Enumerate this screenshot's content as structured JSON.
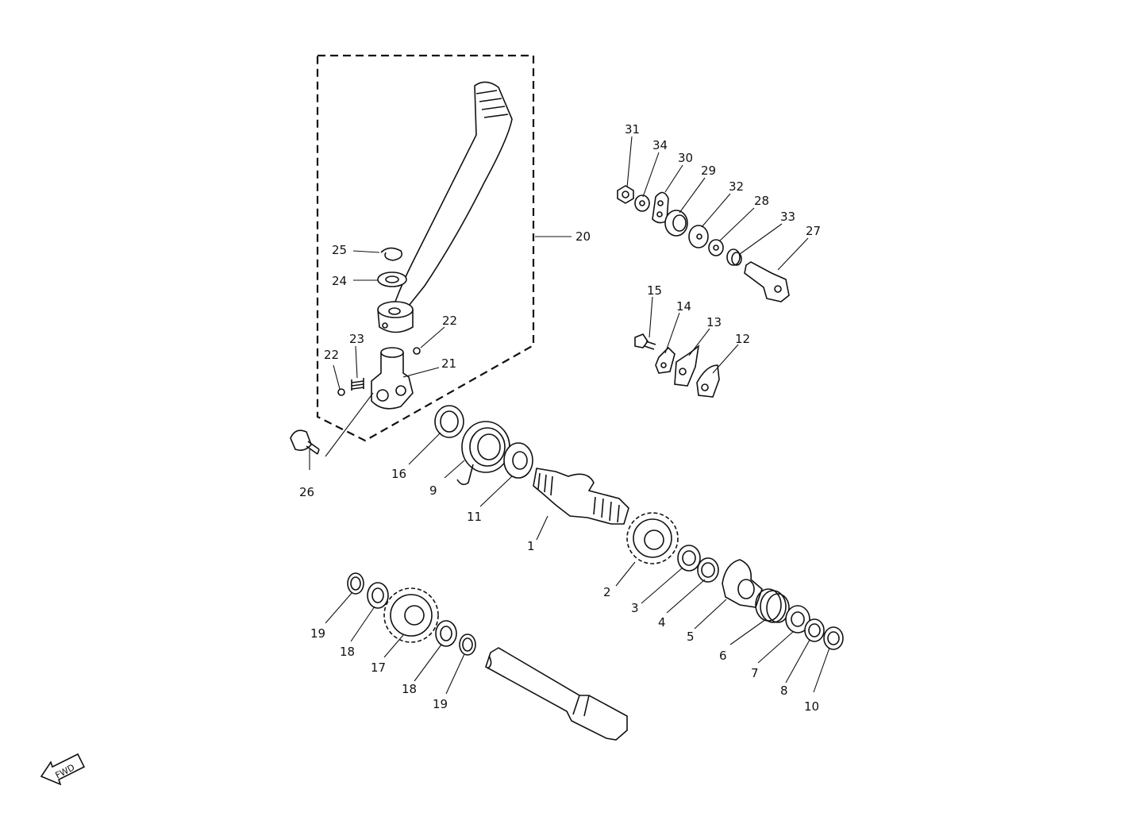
{
  "part_labels": [
    "1",
    "2",
    "3",
    "4",
    "5",
    "6",
    "7",
    "8",
    "9",
    "10",
    "11",
    "12",
    "13",
    "14",
    "15",
    "16",
    "17",
    "18",
    "18",
    "19",
    "19",
    "20",
    "21",
    "22",
    "22",
    "23",
    "24",
    "25",
    "26",
    "27",
    "28",
    "29",
    "30",
    "31",
    "32",
    "33",
    "34"
  ],
  "fwd_label": "FWD"
}
